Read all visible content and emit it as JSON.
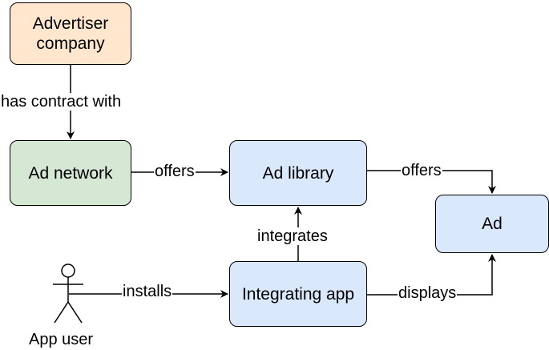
{
  "nodes": {
    "advertiser": {
      "label": "Advertiser\ncompany",
      "fill": "#ffe6cc"
    },
    "ad_network": {
      "label": "Ad network",
      "fill": "#d5e8d4"
    },
    "ad_library": {
      "label": "Ad library",
      "fill": "#dae8fc"
    },
    "ad": {
      "label": "Ad",
      "fill": "#dae8fc"
    },
    "integrating_app": {
      "label": "Integrating app",
      "fill": "#dae8fc"
    }
  },
  "actor": {
    "label": "App user"
  },
  "edges": {
    "has_contract_with": "has contract with",
    "offers_1": "offers",
    "offers_2": "offers",
    "integrates": "integrates",
    "installs": "installs",
    "displays": "displays"
  }
}
